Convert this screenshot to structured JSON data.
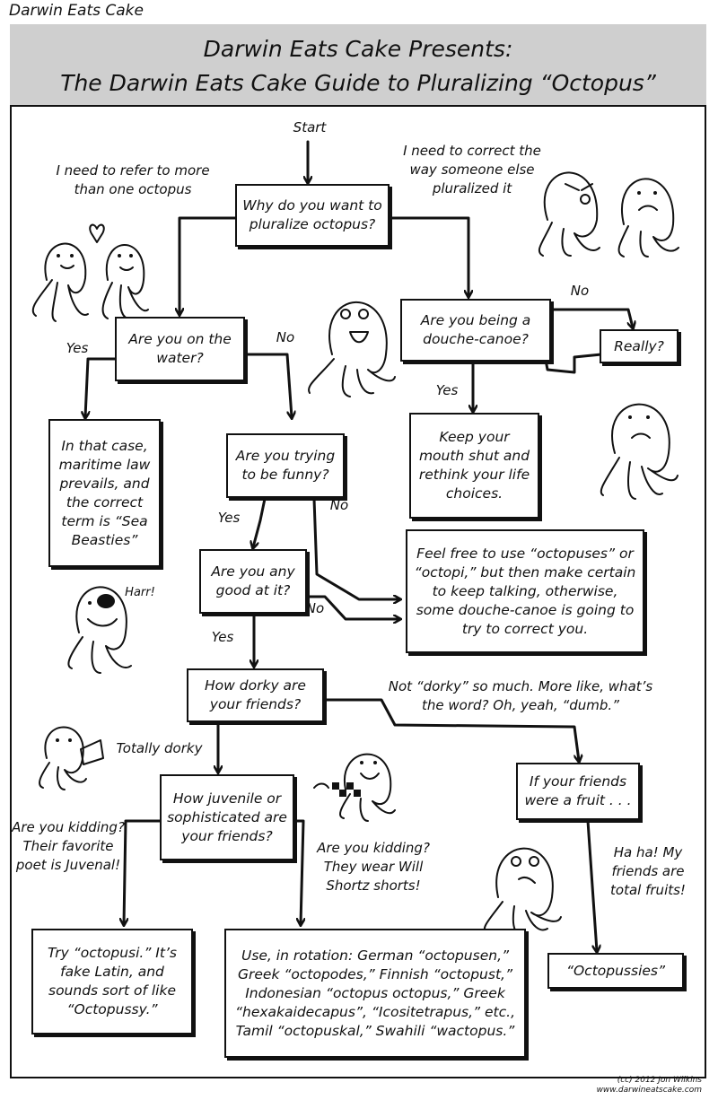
{
  "top_caption": "Darwin Eats Cake",
  "title_line1": "Darwin Eats Cake Presents:",
  "title_line2": "The Darwin Eats Cake Guide to Pluralizing “Octopus”",
  "nodes": {
    "start": "Start",
    "why": "Why do you want to pluralize octopus?",
    "water": "Are you on the water?",
    "douche": "Are you being a douche-canoe?",
    "really": "Really?",
    "maritime": "In that case, maritime law prevails, and the correct term is “Sea Beasties”",
    "funny": "Are you trying to be funny?",
    "keep_shut": "Keep your mouth shut and rethink your life choices.",
    "good": "Are you any good at it?",
    "feel_free": "Feel free to use “octopuses” or “octopi,” but then make certain to keep talking, otherwise, some douche-canoe is going to try to correct you.",
    "dorky": "How dorky are your friends?",
    "fruit": "If your friends were a fruit . . .",
    "juvenile": "How juvenile or sophisticated are your friends?",
    "octopusi": "Try “octopusi.” It’s fake Latin, and sounds sort of like “Octopussy.”",
    "rotation": "Use, in rotation: German “octopusen,” Greek “octopodes,” Finnish “octopust,” Indonesian “octopus octopus,” Greek “hexakaidecapus”, “Icositetrapus,” etc., Tamil “octopuskal,” Swahili “wactopus.”",
    "octopussies": "“Octopussies”"
  },
  "labels": {
    "refer_more": "I need to refer to more than one octopus",
    "correct_other": "I need to correct the way someone else pluralized it",
    "yes_water": "Yes",
    "no_water": "No",
    "no_really": "No",
    "yes_douche": "Yes",
    "yes_funny": "Yes",
    "no_funny": "No",
    "no_good": "No",
    "yes_good": "Yes",
    "harr": "Harr!",
    "totally_dorky": "Totally dorky",
    "dumb": "Not “dorky” so much. More like, what’s the word? Oh, yeah, “dumb.”",
    "juvenal": "Are you kidding? Their favorite poet is Juvenal!",
    "shortz": "Are you kidding? They wear Will Shortz shorts!",
    "fruits": "Ha ha! My friends are total fruits!"
  },
  "credit_line1": "(cc) 2012 Jon Wilkins",
  "credit_line2": "www.darwineatscake.com"
}
